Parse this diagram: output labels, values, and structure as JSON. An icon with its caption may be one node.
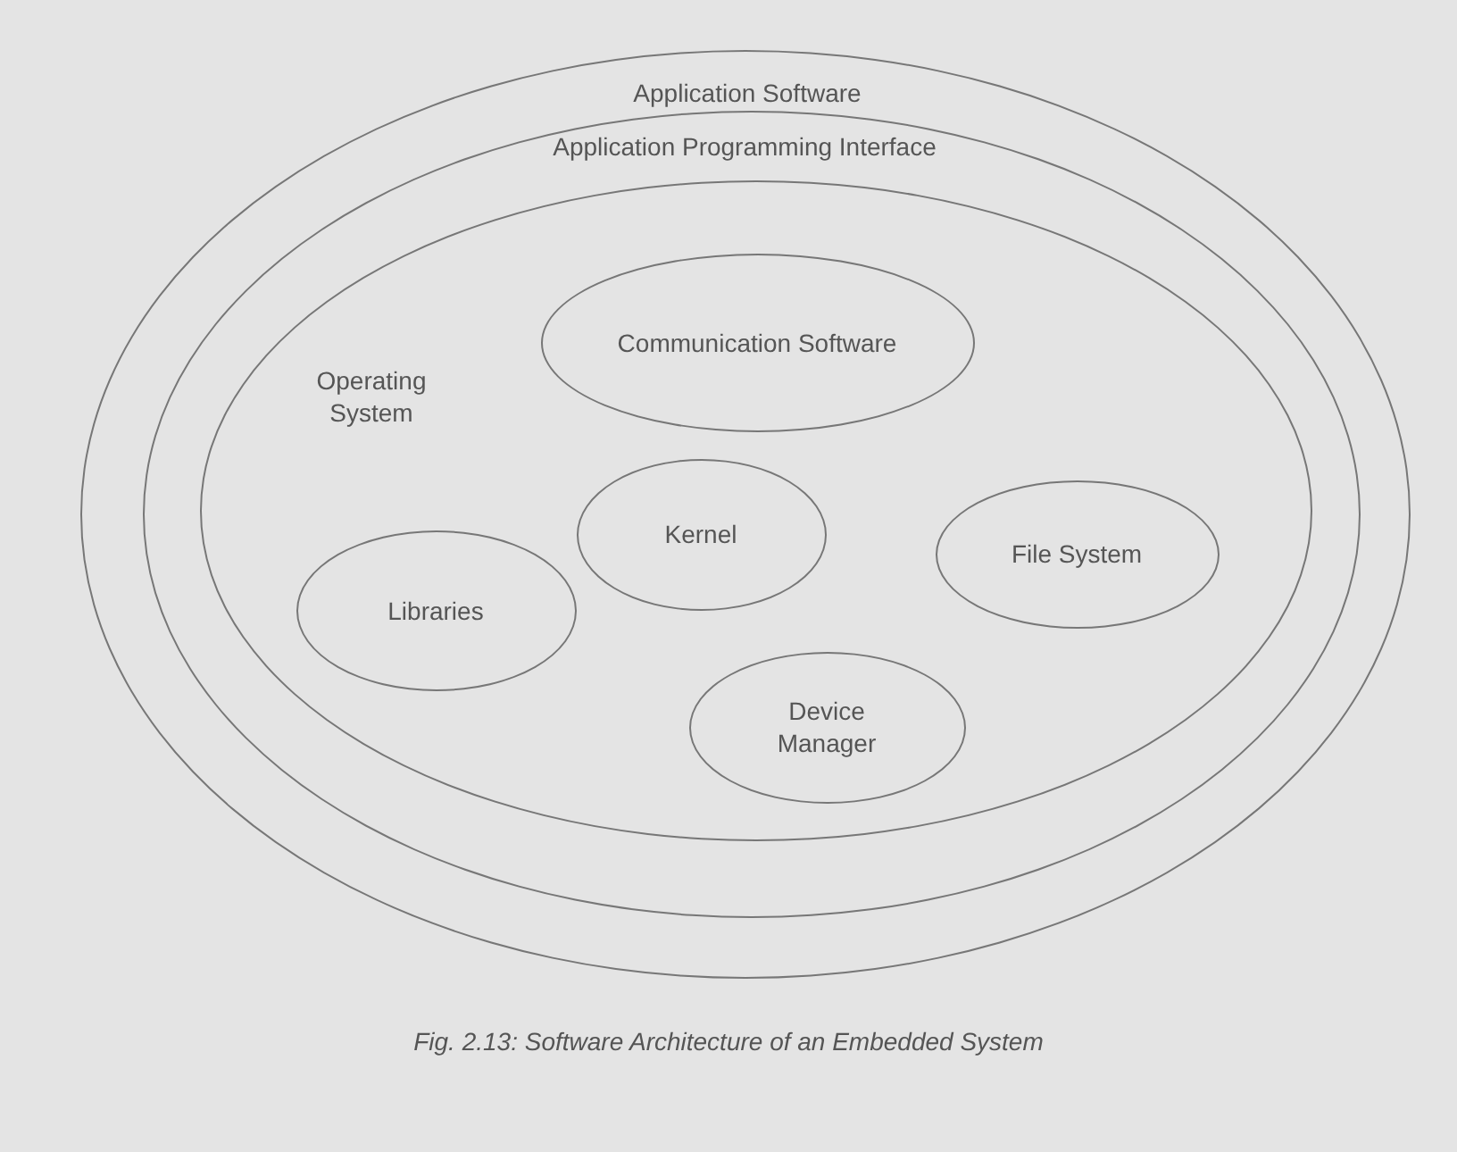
{
  "diagram": {
    "caption": "Fig. 2.13: Software Architecture of an Embedded System",
    "nodes": [
      {
        "text": [
          "Application Software"
        ]
      },
      {
        "text": [
          "Application Programming Interface"
        ],
        "in": 0
      },
      {
        "text": [
          "Operating System"
        ],
        "in": 1
      },
      {
        "text": [
          "Communication Software"
        ],
        "in": 2
      },
      {
        "text": [
          "Kernel"
        ],
        "in": 2
      },
      {
        "text": [
          "File System"
        ],
        "in": 2
      },
      {
        "text": [
          "Libraries"
        ],
        "in": 2
      },
      {
        "text": [
          "Device Manager"
        ],
        "in": 2
      }
    ],
    "edges": []
  }
}
